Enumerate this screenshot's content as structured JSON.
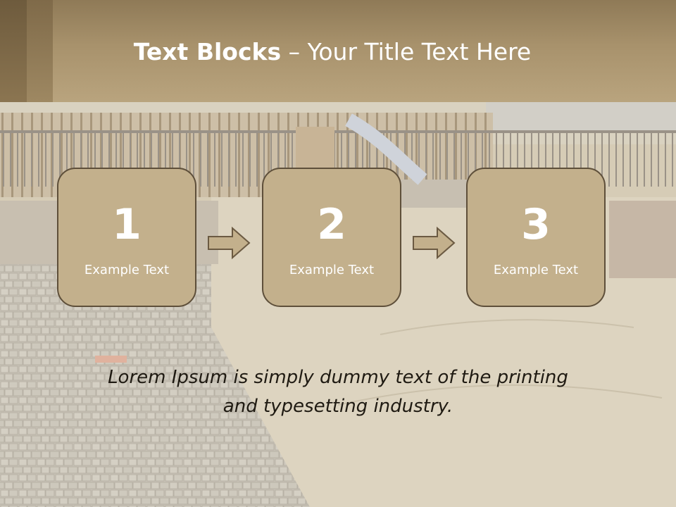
{
  "slide": {
    "title_bold": "Text Blocks",
    "title_rest": " – Your Title Text Here",
    "blocks": [
      {
        "number": "1",
        "label": "Example Text"
      },
      {
        "number": "2",
        "label": "Example Text"
      },
      {
        "number": "3",
        "label": "Example Text"
      }
    ],
    "body_line1": "Lorem Ipsum is simply dummy text of the printing",
    "body_line2": "and typesetting industry."
  },
  "colors": {
    "header": "#a8926c",
    "block_fill": "#c3b08c",
    "block_border": "#5e4f3a",
    "text_light": "#ffffff",
    "text_dark": "#1f1a12"
  },
  "icons": [
    "right-arrow-icon"
  ]
}
